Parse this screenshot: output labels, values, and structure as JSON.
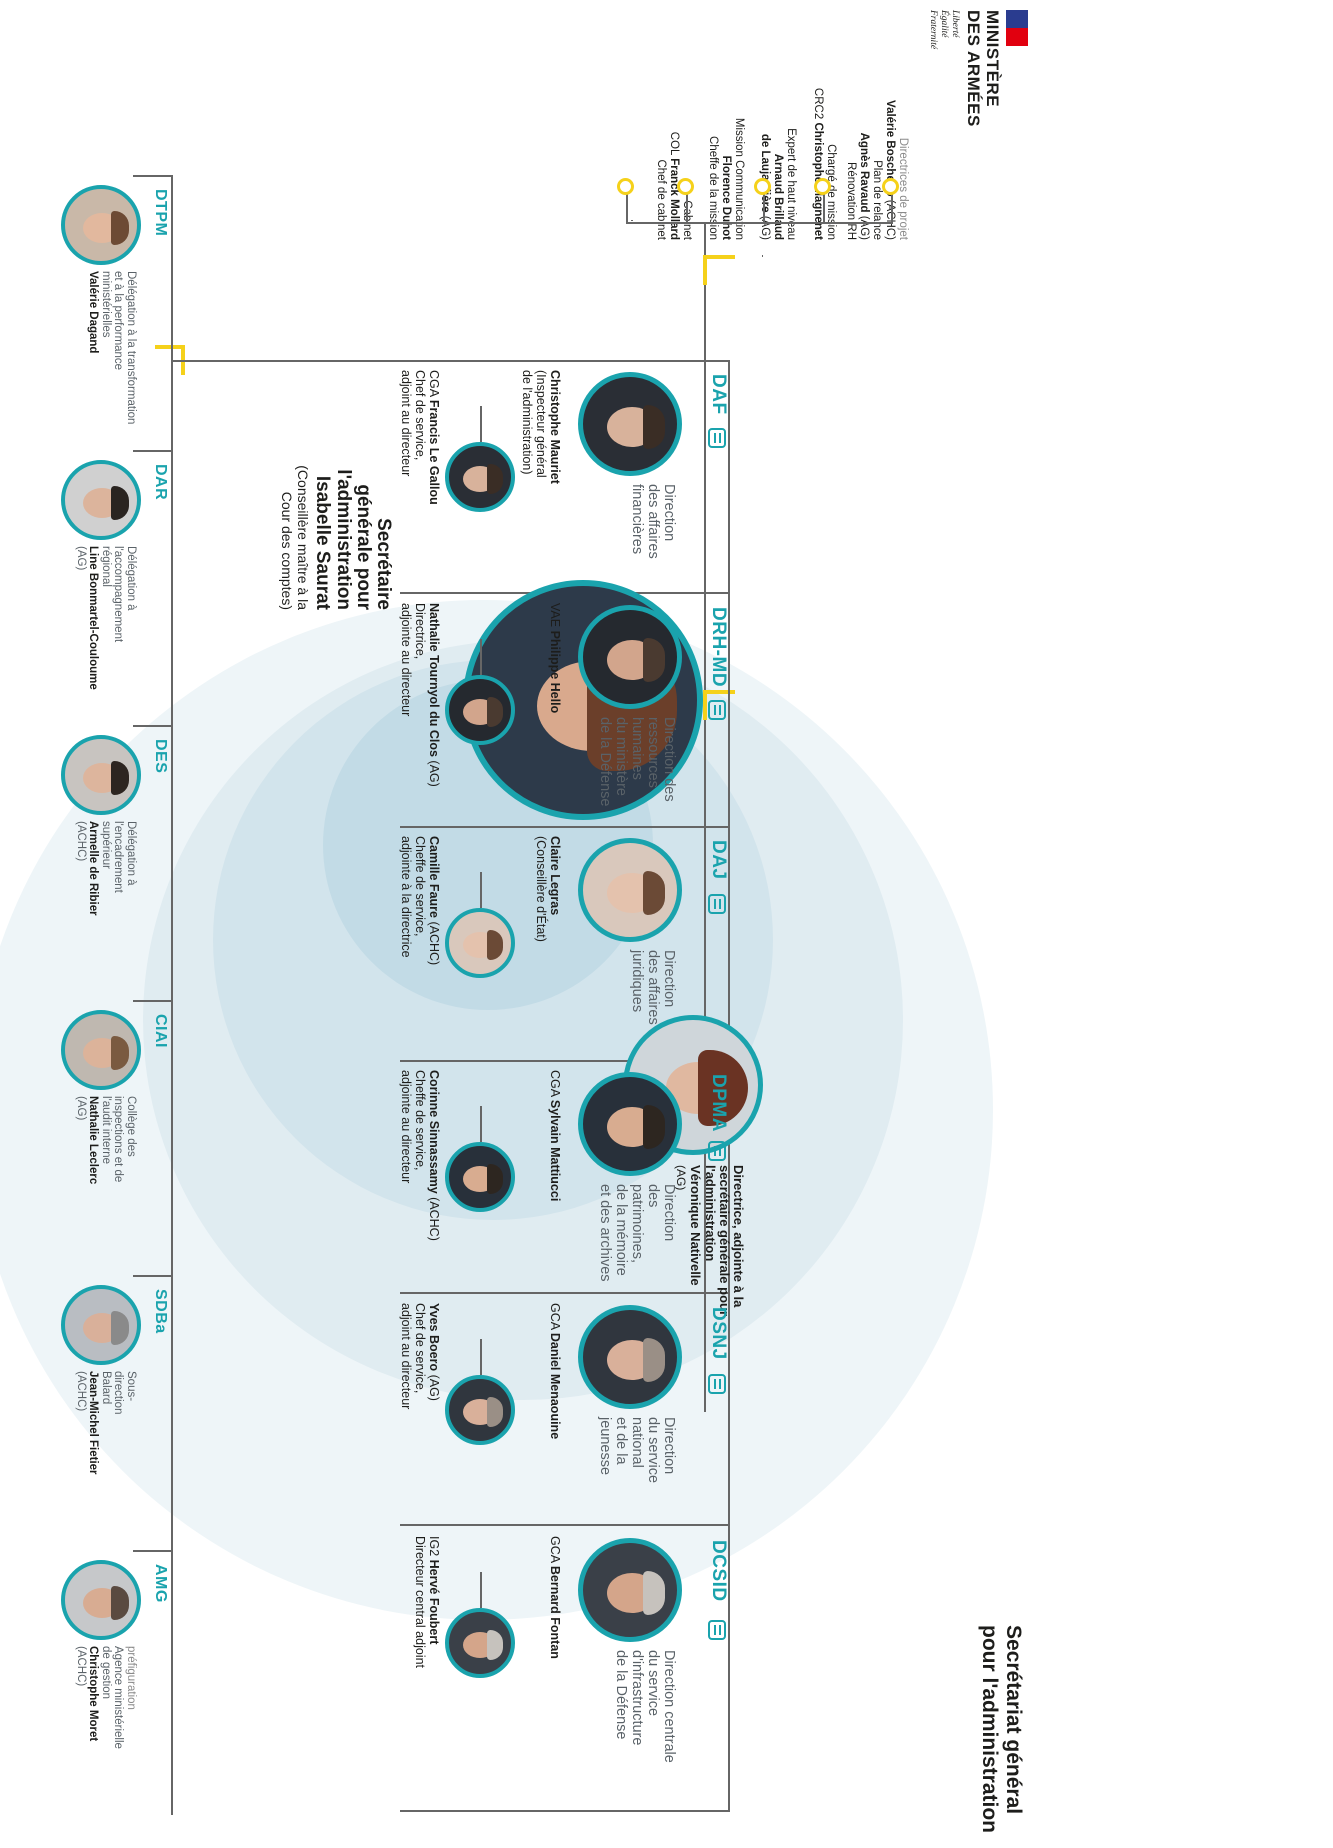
{
  "header": {
    "ministry_line1": "MINISTÈRE",
    "ministry_line2": "DES ARMÉES",
    "motto_1": "Liberté",
    "motto_2": "Égalité",
    "motto_3": "Fraternité",
    "title_line1": "Secrétariat général",
    "title_line2": "pour l'administration"
  },
  "colors": {
    "accent": "#1aa3ad",
    "connector": "#f5d11a",
    "flag_blue": "#2a3c8f",
    "flag_red": "#e1000f"
  },
  "secretary": {
    "title_line1": "Secrétaire",
    "title_line2": "générale pour",
    "title_line3": "l'administration",
    "name": "Isabelle Saurat",
    "note_line1": "(Conseillère maître à la",
    "note_line2": "Cour des comptes)"
  },
  "deputy": {
    "title_line1": "Directrice, adjointe à la",
    "title_line2": "secrétaire générale pour",
    "title_line3": "l'administration",
    "name": "Véronique Nativelle",
    "rank": "(AG)"
  },
  "cabinet": [
    {
      "line1": "Cabinet",
      "prefix": "COL ",
      "name": "Franck Mollard",
      "role": "Chef de cabinet"
    },
    {
      "line1": "Mission Communication",
      "prefix": "",
      "name": "Florence Duhot",
      "role": "Cheffe de la mission"
    },
    {
      "line1": "Expert de haut niveau",
      "prefix": "",
      "name": "Arnaud Brillaud",
      "name2": "de Laujardière",
      "suffix": " (AG)",
      "role": ""
    },
    {
      "line1": "Chargé de mission",
      "prefix": "CRC2 ",
      "name": "Christophe Magnenet",
      "role": ""
    },
    {
      "line1": "Directrices de projet",
      "prefix": "",
      "name": "Valérie Boschetto",
      "suffix": " (ACHC)",
      "role": "Plan de relance",
      "name2": "Agnès Ravaud",
      "suffix2": " (AG)",
      "role2": "Rénovation RH"
    }
  ],
  "directorates": [
    {
      "code": "DAF",
      "icon": "money-bag-icon",
      "name_lines": [
        "Direction",
        "des affaires",
        "financières"
      ],
      "head_prefix": "",
      "head": "Christophe Mauriet",
      "head_note_lines": [
        "(Inspecteur général",
        "de l'administration)"
      ],
      "deputy_prefix": "CGA ",
      "deputy": "Francis Le Gallou",
      "deputy_suffix": "",
      "deputy_role_lines": [
        "Chef de service,",
        "adjoint au directeur"
      ]
    },
    {
      "code": "DRH-MD",
      "icon": "people-group-icon",
      "name_lines": [
        "Direction des",
        "ressources humaines",
        "du ministère",
        "de la Défense"
      ],
      "head_prefix": "VAE ",
      "head": "Philippe Hello",
      "head_note_lines": [],
      "deputy_prefix": "",
      "deputy": "Nathalie Tournyol du Clos",
      "deputy_suffix": " (AG)",
      "deputy_role_lines": [
        "Directrice,",
        "adjointe au directeur"
      ]
    },
    {
      "code": "DAJ",
      "icon": "scales-icon",
      "name_lines": [
        "Direction",
        "des affaires",
        "juridiques"
      ],
      "head_prefix": "",
      "head": "Claire Legras",
      "head_note_lines": [
        "(Conseillère d'État)"
      ],
      "deputy_prefix": "",
      "deputy": "Camille Faure",
      "deputy_suffix": " (ACHC)",
      "deputy_role_lines": [
        "Cheffe de service,",
        "adjointe à la directrice"
      ]
    },
    {
      "code": "DPMA",
      "icon": "museum-icon",
      "name_lines": [
        "Direction",
        "des patrimoines,",
        "de la mémoire",
        "et des archives"
      ],
      "head_prefix": "CGA ",
      "head": "Sylvain Mattiucci",
      "head_note_lines": [],
      "deputy_prefix": "",
      "deputy": "Corinne Sinnassamy",
      "deputy_suffix": " (ACHC)",
      "deputy_role_lines": [
        "Cheffe de service,",
        "adjointe au directeur"
      ]
    },
    {
      "code": "DSNJ",
      "icon": "youth-icon",
      "name_lines": [
        "Direction",
        "du service national",
        "et de la jeunesse"
      ],
      "head_prefix": "GCA ",
      "head": "Daniel Menaouine",
      "head_note_lines": [],
      "deputy_prefix": "",
      "deputy": "Yves Boero",
      "deputy_suffix": " (AG)",
      "deputy_role_lines": [
        "Chef de service,",
        "adjoint au directeur"
      ]
    },
    {
      "code": "DCSID",
      "icon": "crane-icon",
      "name_lines": [
        "Direction centrale",
        "du service",
        "d'infrastructure",
        "de la Défense"
      ],
      "head_prefix": "GCA ",
      "head": "Bernard Fontan",
      "head_note_lines": [],
      "deputy_prefix": "IG2 ",
      "deputy": "Hervé Foubert",
      "deputy_suffix": "",
      "deputy_role_lines": [
        "Directeur central adjoint"
      ]
    }
  ],
  "delegations": [
    {
      "code": "DTPM",
      "name_lines": [
        "Délégation à la transformation",
        "et à la performance",
        "ministérielles"
      ],
      "head": "Valérie Dagand",
      "rank": ""
    },
    {
      "code": "DAR",
      "name_lines": [
        "Délégation à",
        "l'accompagnement",
        "régional"
      ],
      "head": "Line Bonmartel-Couloume",
      "rank": "(AG)"
    },
    {
      "code": "DES",
      "name_lines": [
        "Délégation à",
        "l'encadrement",
        "supérieur"
      ],
      "head": "Armelle de Ribier",
      "rank": "(ACHC)"
    },
    {
      "code": "CIAI",
      "name_lines": [
        "Collège des",
        "inspections et de",
        "l'audit interne"
      ],
      "head": "Nathalie Leclerc",
      "rank": "(AG)"
    },
    {
      "code": "SDBa",
      "name_lines": [
        "Sous-",
        "direction",
        "Balard"
      ],
      "head": "Jean-Michel Fietier",
      "rank": "(ACHC)"
    },
    {
      "code": "AMG",
      "prefix_note": "préfiguration",
      "name_lines": [
        "Agence ministérielle",
        "de gestion"
      ],
      "head": "Christophe Moret",
      "rank": "(ACHC)"
    }
  ]
}
